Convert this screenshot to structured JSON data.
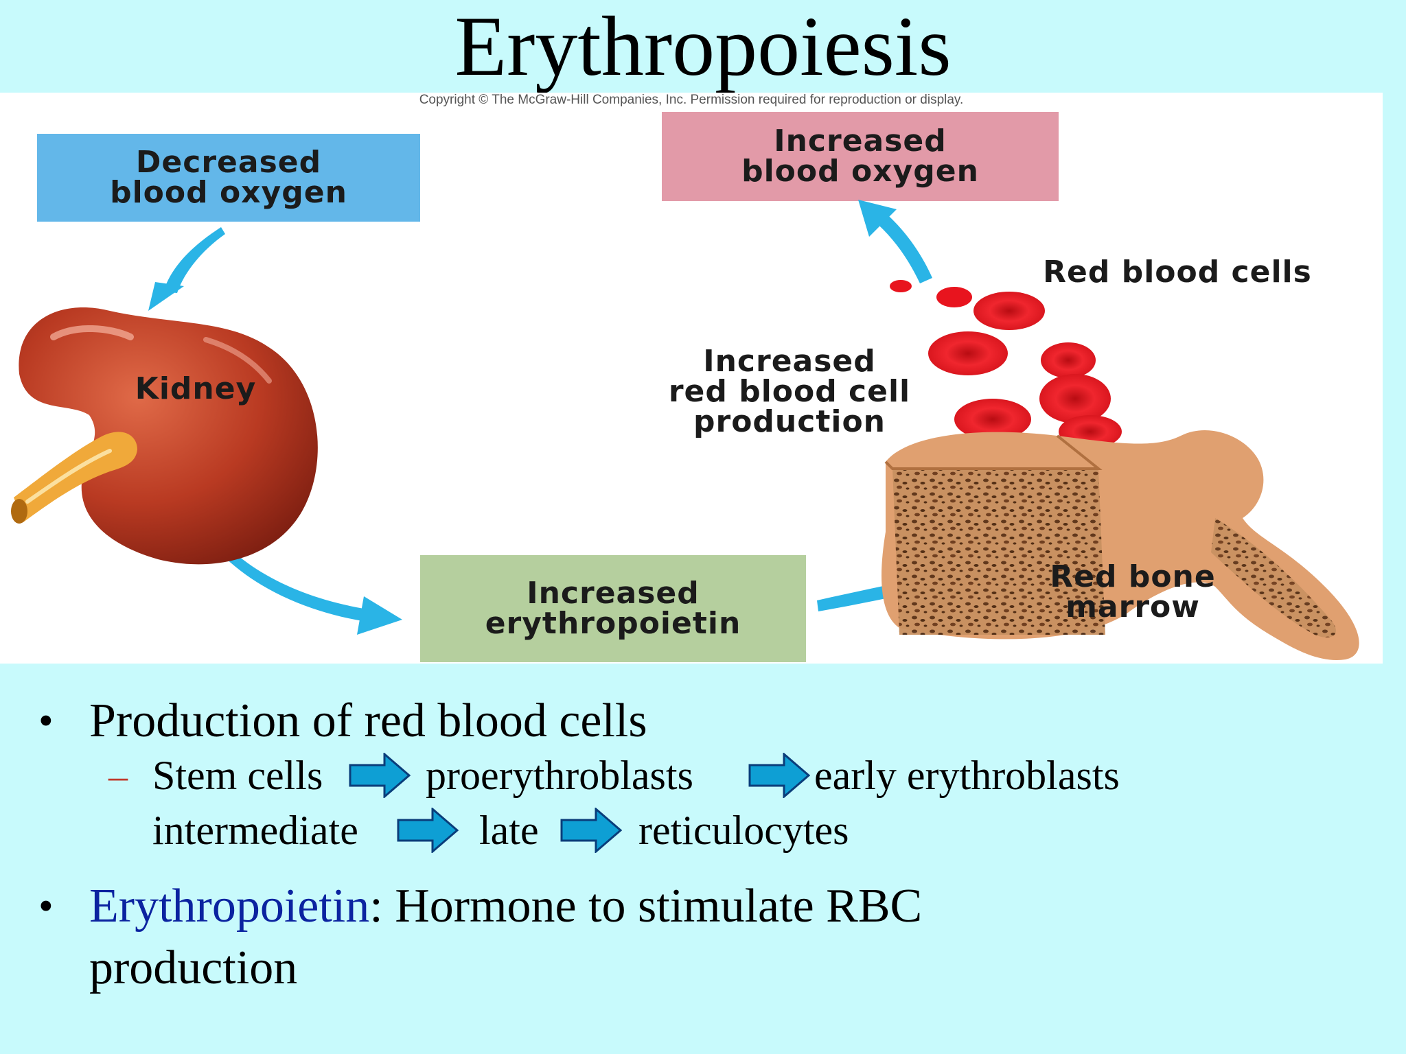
{
  "slide": {
    "title": "Erythropoiesis",
    "copyright": "Copyright © The McGraw-Hill Companies, Inc. Permission required for reproduction or display."
  },
  "diagram": {
    "decreased_oxygen": [
      "Decreased",
      "blood oxygen"
    ],
    "increased_oxygen": [
      "Increased",
      "blood oxygen"
    ],
    "kidney": "Kidney",
    "rbc": "Red blood cells",
    "increased_rbc_production": [
      "Increased",
      "red blood cell",
      "production"
    ],
    "increased_epo": [
      "Increased",
      "erythropoietin"
    ],
    "red_bone_marrow": [
      "Red bone",
      "marrow"
    ],
    "colors": {
      "decreased_box": "#63b7e9",
      "increased_box": "#e29aa8",
      "epo_box": "#b5cf9e",
      "arrow": "#2ab4e6",
      "kidney": "#b93a22",
      "ureter": "#f0a93a",
      "rbc": "#e8141e",
      "bone": "#e0a070"
    }
  },
  "bullets": {
    "item1": "Production of red blood cells",
    "sub1": {
      "stem_cells": "Stem cells",
      "proerythroblasts": "proerythroblasts",
      "early": "early erythroblasts",
      "intermediate": "intermediate",
      "late": "late",
      "reticulocytes": "reticulocytes"
    },
    "item2": {
      "term": "Erythropoietin",
      "rest": ": Hormone to stimulate RBC",
      "line2": "production"
    },
    "arrow_color": "#0e9fd4"
  }
}
